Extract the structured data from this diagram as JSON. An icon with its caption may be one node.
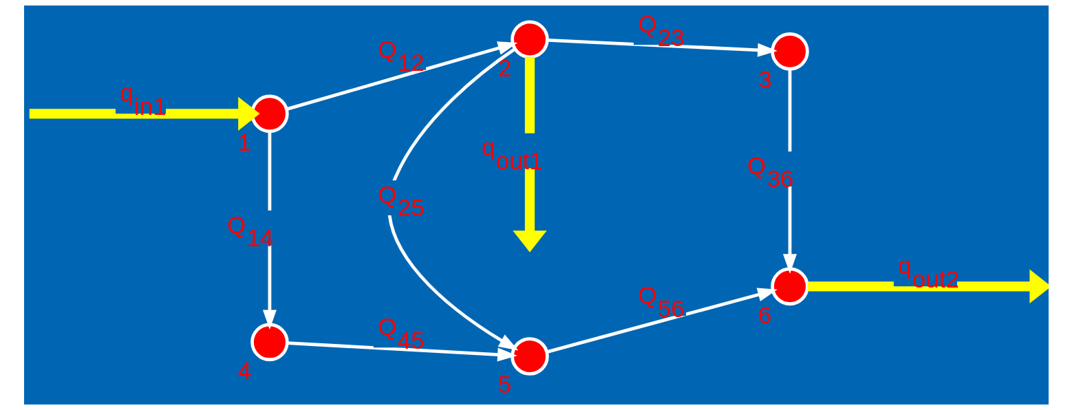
{
  "diagram": {
    "nodes": [
      {
        "text": [],
        "shape": "circle",
        "beside": [
          "1"
        ]
      },
      {
        "text": [],
        "shape": "circle",
        "beside": [
          "2"
        ]
      },
      {
        "text": [],
        "shape": "circle",
        "beside": [
          "3"
        ]
      },
      {
        "text": [],
        "shape": "circle",
        "beside": [
          "4"
        ]
      },
      {
        "text": [],
        "shape": "circle",
        "beside": [
          "5"
        ]
      },
      {
        "text": [],
        "shape": "circle",
        "beside": [
          "6"
        ]
      }
    ],
    "edges": [
      {
        "from": 0,
        "to": 1,
        "arrow": "to",
        "label": "Q$_{12}$"
      },
      {
        "from": 1,
        "to": 2,
        "arrow": "to",
        "label": "Q$_{23}$"
      },
      {
        "from": 0,
        "to": 3,
        "arrow": "to",
        "label": "Q$_{14}$"
      },
      {
        "from": 1,
        "to": 4,
        "arrow": "to",
        "label": "Q$_{25}$"
      },
      {
        "from": 2,
        "to": 5,
        "arrow": "to",
        "label": "Q$_{36}$"
      },
      {
        "from": 3,
        "to": 4,
        "arrow": "to",
        "label": "Q$_{45}$"
      },
      {
        "from": 4,
        "to": 5,
        "arrow": "to",
        "label": "Q$_{56}$"
      },
      {
        "from": null,
        "to": 0,
        "arrow": "to",
        "label": "q$_{in1}$",
        "style": "thick",
        "color": "#ffff00"
      },
      {
        "from": 1,
        "to": null,
        "arrow": "to",
        "label": "q$_{out1}$",
        "style": "thick",
        "color": "#ffff00"
      },
      {
        "from": 5,
        "to": null,
        "arrow": "to",
        "label": "q$_{out2}$",
        "style": "thick",
        "color": "#ffff00"
      }
    ]
  }
}
